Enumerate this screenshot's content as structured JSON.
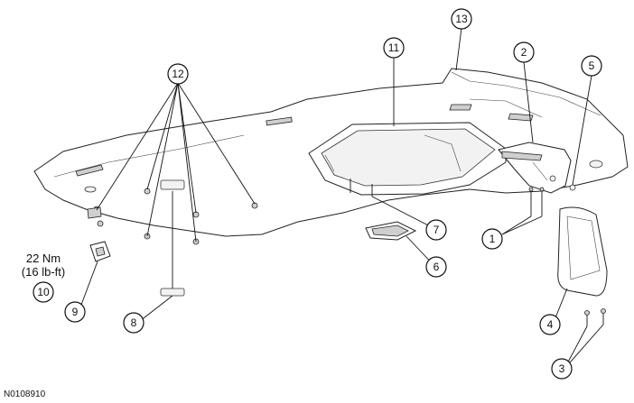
{
  "figure_id": "N0108910",
  "torque_spec": {
    "metric": "22 Nm",
    "imperial": "(16 lb-ft)"
  },
  "callouts": [
    {
      "id": "c1",
      "label": "1"
    },
    {
      "id": "c2",
      "label": "2"
    },
    {
      "id": "c3",
      "label": "3"
    },
    {
      "id": "c4",
      "label": "4"
    },
    {
      "id": "c5",
      "label": "5"
    },
    {
      "id": "c6",
      "label": "6"
    },
    {
      "id": "c7",
      "label": "7"
    },
    {
      "id": "c8",
      "label": "8"
    },
    {
      "id": "c9",
      "label": "9"
    },
    {
      "id": "c10",
      "label": "10"
    },
    {
      "id": "c11",
      "label": "11"
    },
    {
      "id": "c12",
      "label": "12"
    },
    {
      "id": "c13",
      "label": "13"
    }
  ]
}
